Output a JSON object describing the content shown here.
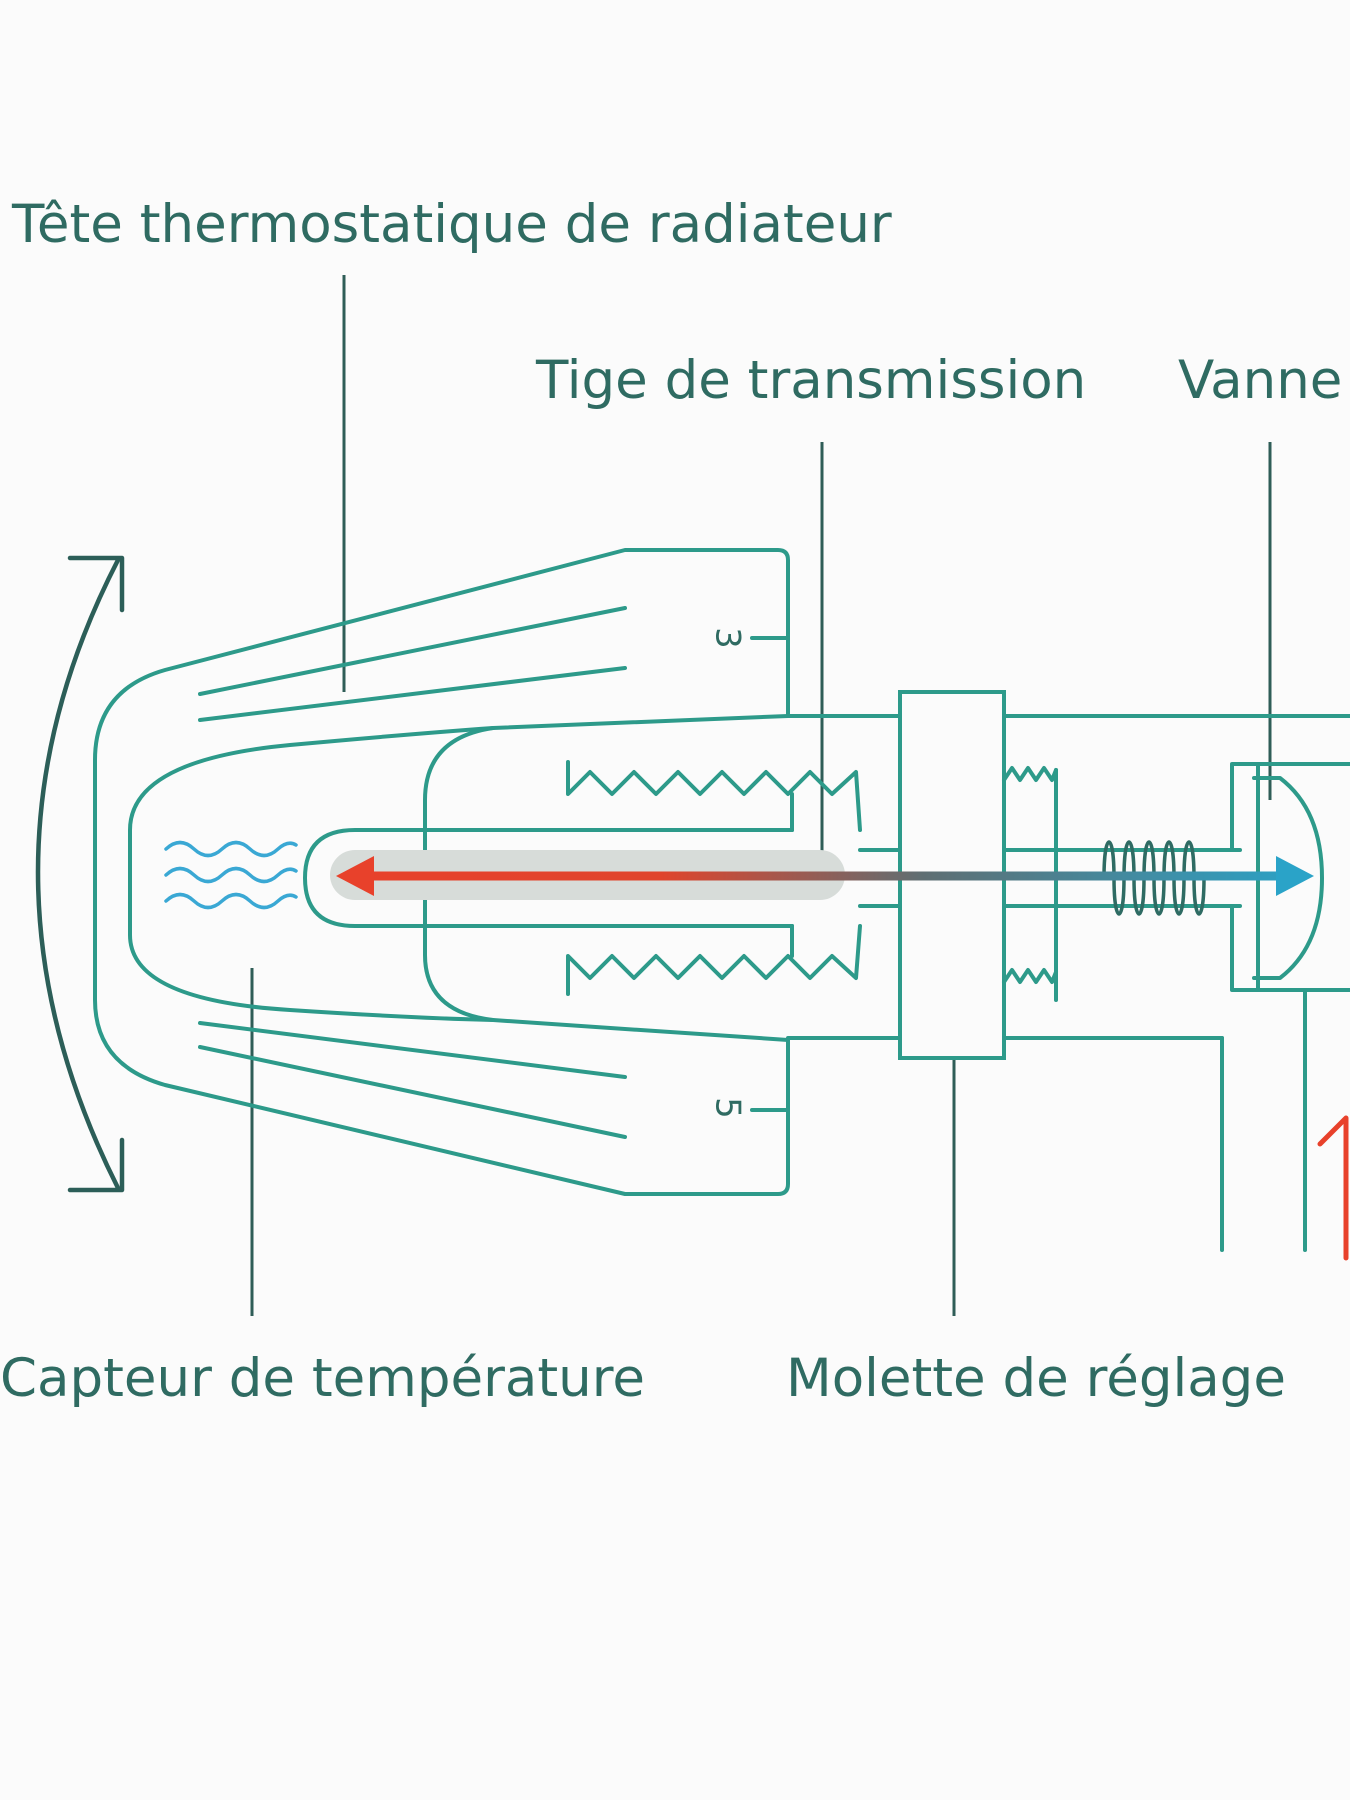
{
  "labels": {
    "head": "Tête thermostatique de radiateur",
    "rod": "Tige de transmission",
    "valve": "Vanne",
    "sensor": "Capteur de température",
    "knob": "Molette de réglage"
  },
  "dial": {
    "upper": "3",
    "lower": "5"
  },
  "colors": {
    "outline": "#2d9a8a",
    "label_text": "#2f6b62",
    "hot_arrow": "#e8412b",
    "cold_arrow": "#2aa3c8",
    "heat_waves": "#3aa8d4"
  }
}
